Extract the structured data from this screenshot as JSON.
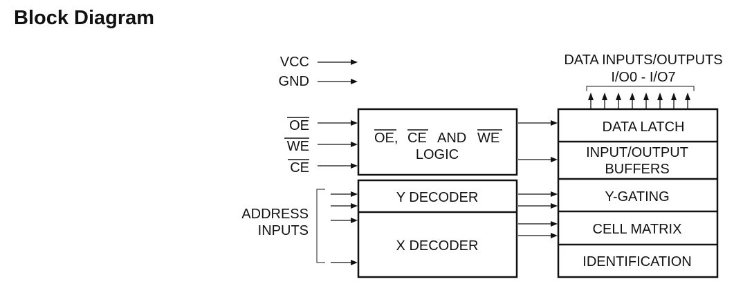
{
  "title": "Block Diagram",
  "power": {
    "vcc": "VCC",
    "gnd": "GND"
  },
  "control_inputs": {
    "oe": "OE",
    "we": "WE",
    "ce": "CE"
  },
  "address": {
    "line1": "ADDRESS",
    "line2": "INPUTS"
  },
  "logic_box": {
    "line1_oe": "OE,",
    "line1_ce": "CE",
    "line1_and": "AND",
    "line1_we": "WE",
    "line2": "LOGIC"
  },
  "y_decoder": "Y DECODER",
  "x_decoder": "X DECODER",
  "data_io": {
    "line1": "DATA INPUTS/OUTPUTS",
    "line2": "I/O0  -  I/O7"
  },
  "right_blocks": {
    "data_latch": "DATA LATCH",
    "io_buffers_1": "INPUT/OUTPUT",
    "io_buffers_2": "BUFFERS",
    "y_gating": "Y-GATING",
    "cell_matrix": "CELL MATRIX",
    "identification": "IDENTIFICATION"
  }
}
